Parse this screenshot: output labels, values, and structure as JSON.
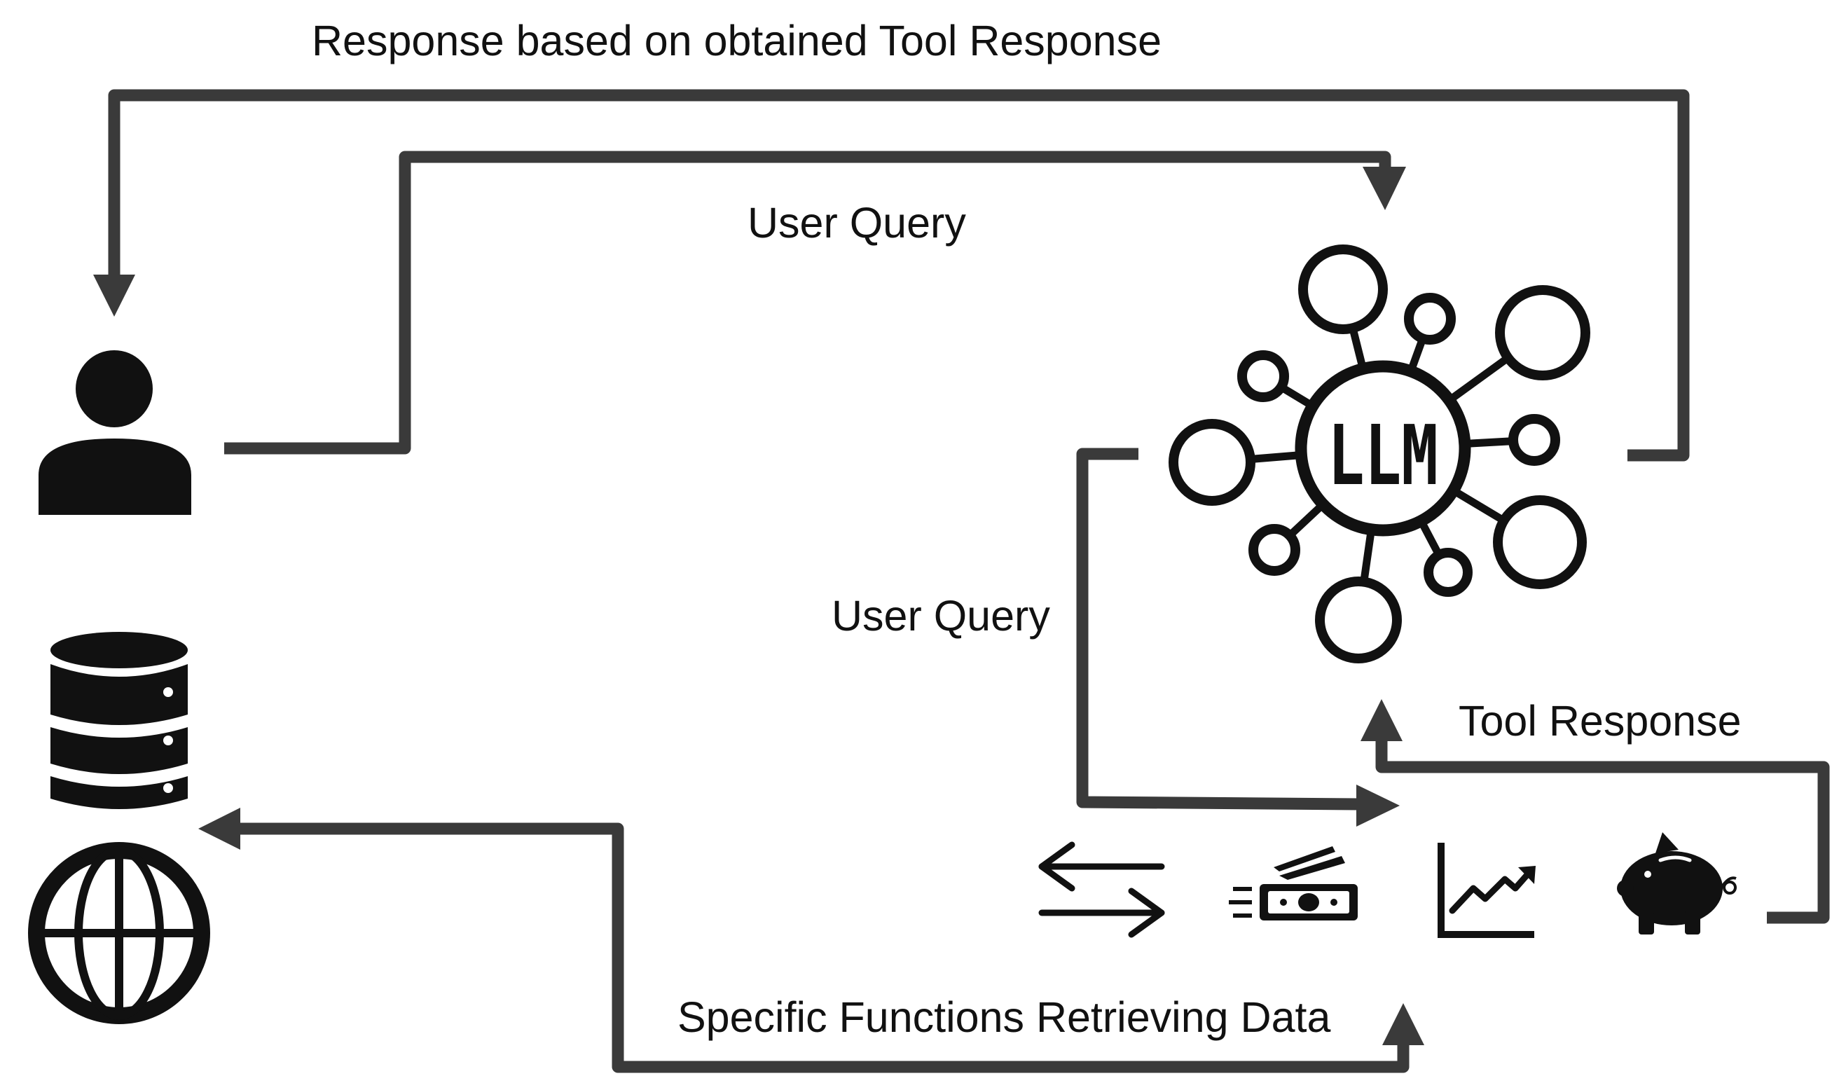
{
  "labels": {
    "response_based": "Response based on obtained Tool Response",
    "user_query_top": "User Query",
    "user_query_side": "User Query",
    "tool_response": "Tool Response",
    "specific_functions": "Specific Functions Retrieving Data"
  },
  "llm_node": {
    "text": "LLM"
  },
  "icons": {
    "user": "user-icon",
    "database": "database-icon",
    "globe": "globe-icon",
    "transfer": "transfer-arrows-icon",
    "cash": "cash-icon",
    "chart": "line-chart-icon",
    "piggy_bank": "piggy-bank-icon",
    "llm": "llm-network-icon"
  },
  "colors": {
    "arrow": "#3a3a3a",
    "ink": "#111111",
    "background": "#ffffff"
  }
}
